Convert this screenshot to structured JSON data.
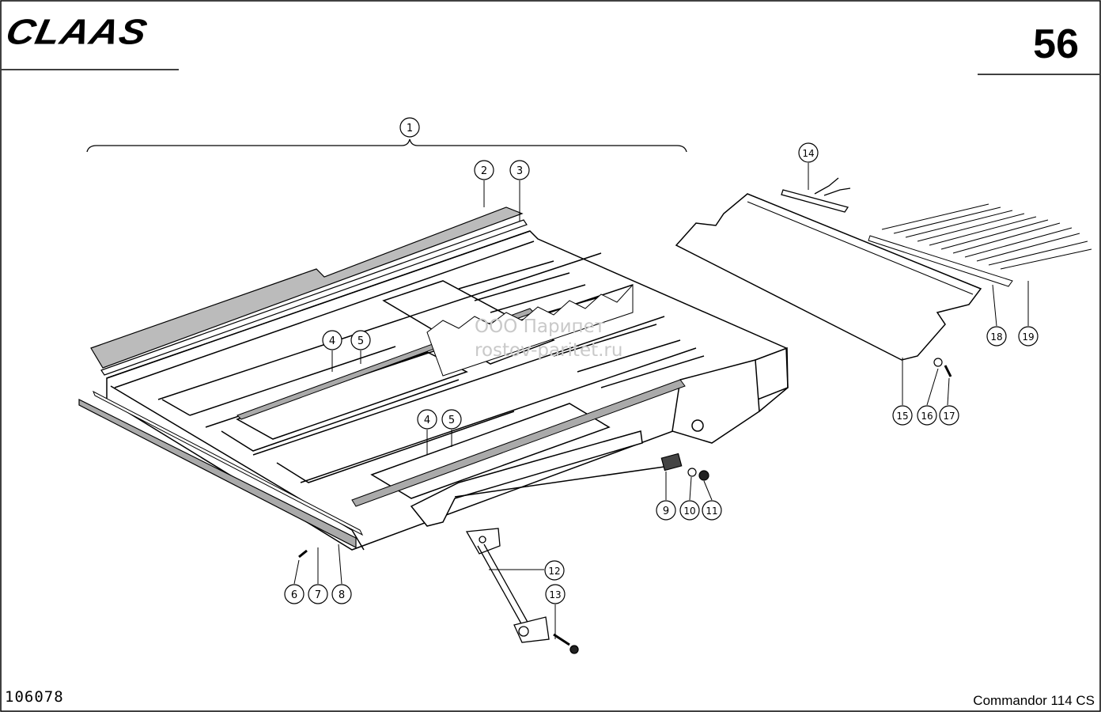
{
  "header": {
    "brand_logo_text": "CLAAS",
    "page_number": "56"
  },
  "footer": {
    "drawing_number": "106078",
    "model_name": "Commandor 114 CS"
  },
  "watermark": {
    "company": "ООО Парипет",
    "website": "rostov-paritet.ru"
  },
  "callouts": [
    "1",
    "2",
    "3",
    "4",
    "5",
    "4",
    "5",
    "6",
    "7",
    "8",
    "9",
    "10",
    "11",
    "12",
    "13",
    "14",
    "15",
    "16",
    "17",
    "18",
    "19"
  ]
}
